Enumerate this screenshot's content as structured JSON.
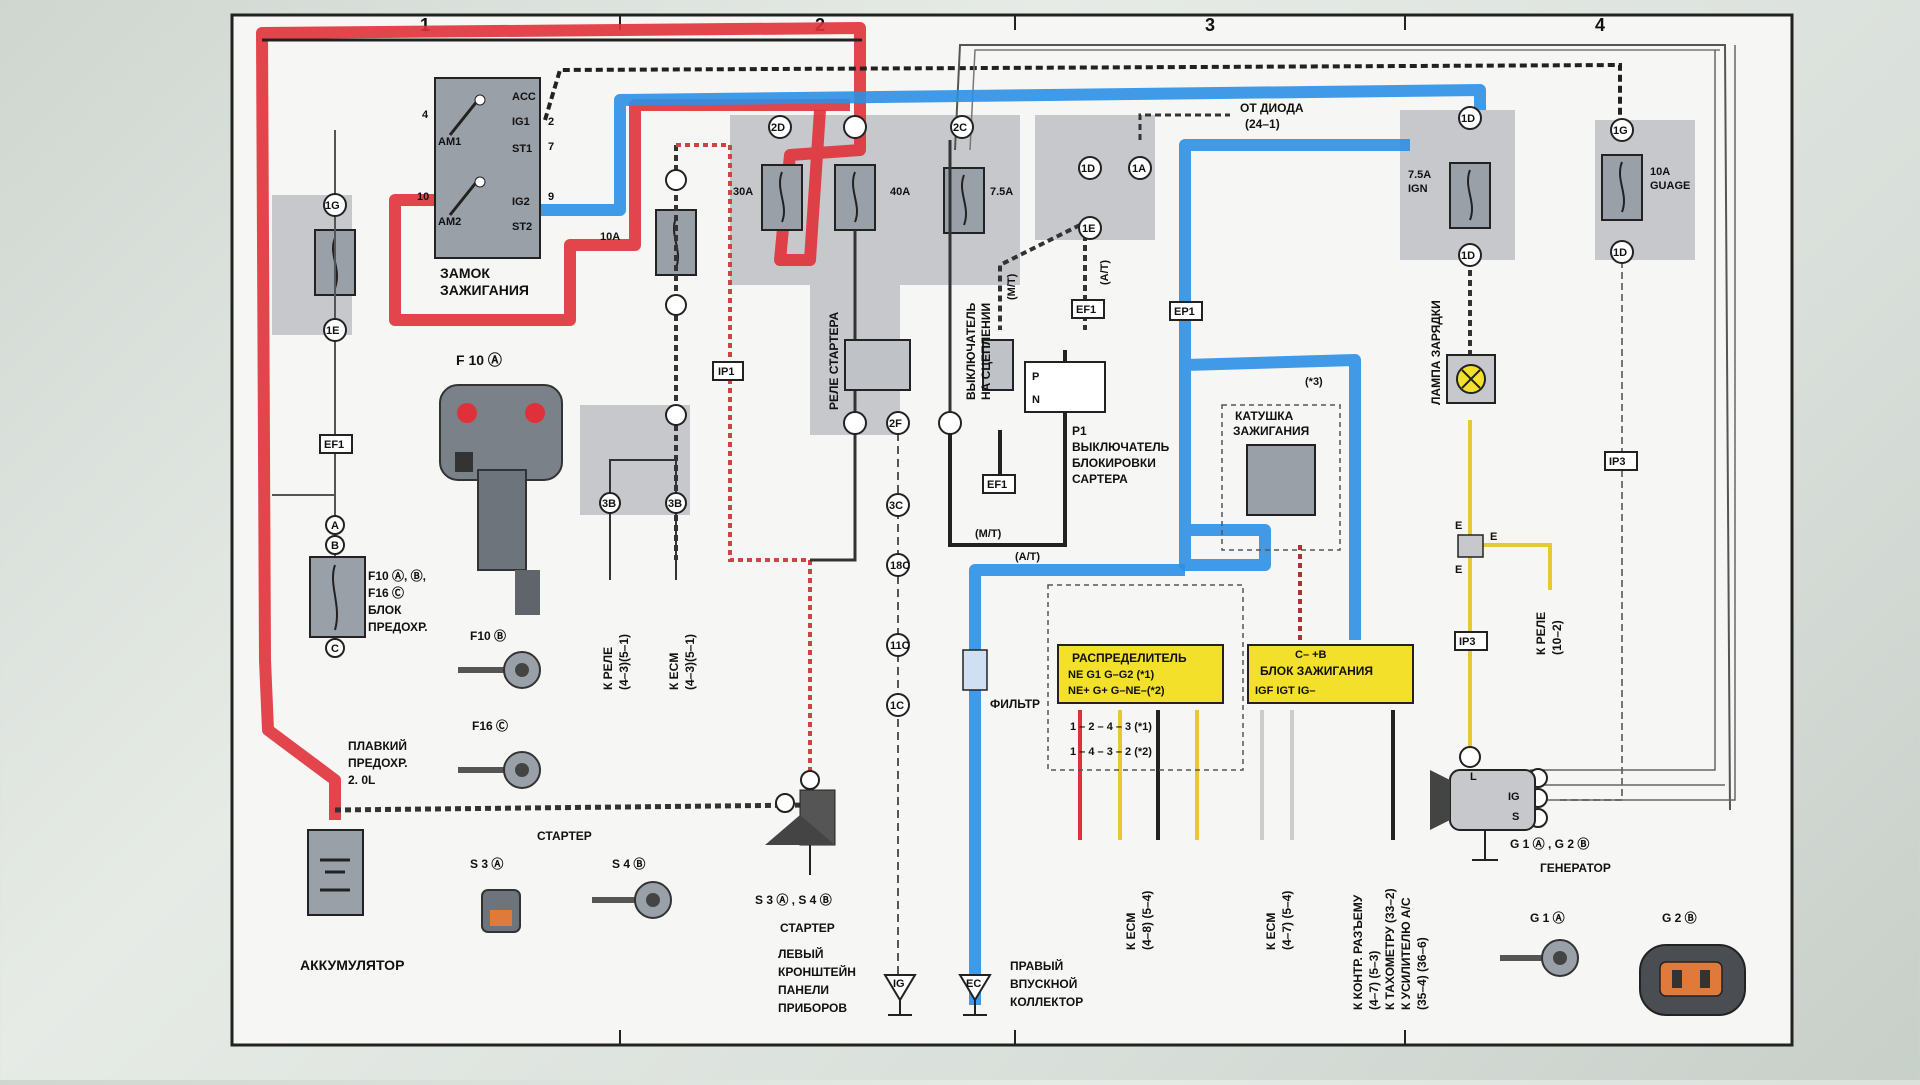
{
  "grid": {
    "columns": [
      "1",
      "2",
      "3",
      "4"
    ]
  },
  "colors": {
    "red": "#e0313a",
    "blue": "#2c8fe6",
    "yellow": "#f2e02a",
    "wire": "#222222",
    "grayblock": "#c6c8cb",
    "frame": "#f6f7f4"
  },
  "ignition_switch": {
    "terminals": [
      "ACC",
      "IG1",
      "ST1",
      "IG2",
      "ST2",
      "AM1",
      "AM2"
    ],
    "pins": [
      "4",
      "2",
      "7",
      "10",
      "9"
    ],
    "label": "ЗАМОК ЗАЖИГАНИЯ",
    "fuse": "10A"
  },
  "fuses": {
    "f30": "30A",
    "f40": "40A",
    "f75": "7.5A",
    "ign": "7.5A IGN",
    "gauge": "10A GUAGE"
  },
  "connectors": {
    "c1g": "1G",
    "c1e": "1E",
    "ef1": "EF1",
    "c1a": "A",
    "c1b": "B",
    "c1c": "C",
    "c2d": "2D",
    "c2c": "2C",
    "c2f": "2F",
    "c3c": "3C",
    "c18c": "18C",
    "c11c": "11C",
    "c1c2": "1C",
    "c2b": "3B",
    "ip1": "IP1",
    "c1d": "1D",
    "ip3": "IP3",
    "c14a": "1A",
    "c10": "1D",
    "c5e": "1E",
    "ep1": "EP1",
    "c6d": "1D",
    "c3g": "1G"
  },
  "labels": {
    "from_diode": "ОТ ДИОДА\n(24–1)",
    "f10a": "F 10 Ⓐ",
    "fuse_block": "F10 Ⓐ, Ⓑ,\nF16 Ⓒ\nБЛОК\nПРЕДОХР.",
    "f10b": "F10 Ⓑ",
    "f16c": "F16 Ⓒ",
    "fusible_link": "ПЛАВКИЙ\nПРЕДОХР.\n2. 0L",
    "starter": "СТАРТЕР",
    "battery": "АККУМУЛЯТОР",
    "s3a": "S 3 Ⓐ",
    "s4b": "S 4 Ⓑ",
    "s3a_s4b": "S 3 Ⓐ , S 4 Ⓑ",
    "starter_relay": "РЕЛЕ СТАРТЕРА",
    "clutch_switch": "ВЫКЛЮЧАТЕЛЬ\nНА СЦЕПЛЕНИИ",
    "mt": "(M/T)",
    "at": "(A/T)",
    "p1": "P1\nВЫКЛЮЧАТЕЛЬ\nБЛОКИРОВКИ\nСАРТЕРА",
    "ign_coil": "КАТУШКА\nЗАЖИГАНИЯ",
    "star3": "(*3)",
    "k_rele_43": "К РЕЛЕ\n(4–3)(5–1)",
    "k_ecm_43": "К ECM\n(4–3)(5–1)",
    "filter": "ФИЛЬТР",
    "distributor": "РАСПРЕДЕЛИТЕЛЬ",
    "dist_pins1": "NE   G1   G–G2 (*1)",
    "dist_pins2": "NE+  G+   G–NE–(*2)",
    "ign_block": "БЛОК ЗАЖИГАНИЯ",
    "ign_block_top": "C–      +B",
    "ign_block_pins": "IGF IGT       IG–",
    "dist_row1": "1 – 2 – 4 – 3 (*1)",
    "dist_row2": "1 – 4 – 3 – 2 (*2)",
    "k_ecm_48": "К ECM\n(4–8) (5–4)",
    "k_ecm_47": "К ECM\n(4–7) (5–4)",
    "k_tacho": "К КОНТР. РАЗЪЕМУ\n(4–7) (5–3)\nК ТАХОМЕТРУ (33–2)\nК УСИЛИТЕЛЮ А/С\n(35–4) (36–6)",
    "left_bracket": "ЛЕВЫЙ\nКРОНШТЕЙН\nПАНЕЛИ\nПРИБОРОВ",
    "right_manifold": "ПРАВЫЙ\nВПУСКНОЙ\nКОЛЛЕКТОР",
    "charge_lamp": "ЛАМПА ЗАРЯДКИ",
    "k_rele_102": "К РЕЛЕ\n(10–2)",
    "generator": "ГЕНЕРАТОР",
    "g1a_g2b": "G 1 Ⓐ , G 2 Ⓑ",
    "g1a": "G 1 Ⓐ",
    "g2b": "G 2 Ⓑ",
    "gen_pins": [
      "L",
      "IG",
      "S"
    ],
    "ig_ground": "IG",
    "ec_ground": "EC",
    "E": "E"
  }
}
